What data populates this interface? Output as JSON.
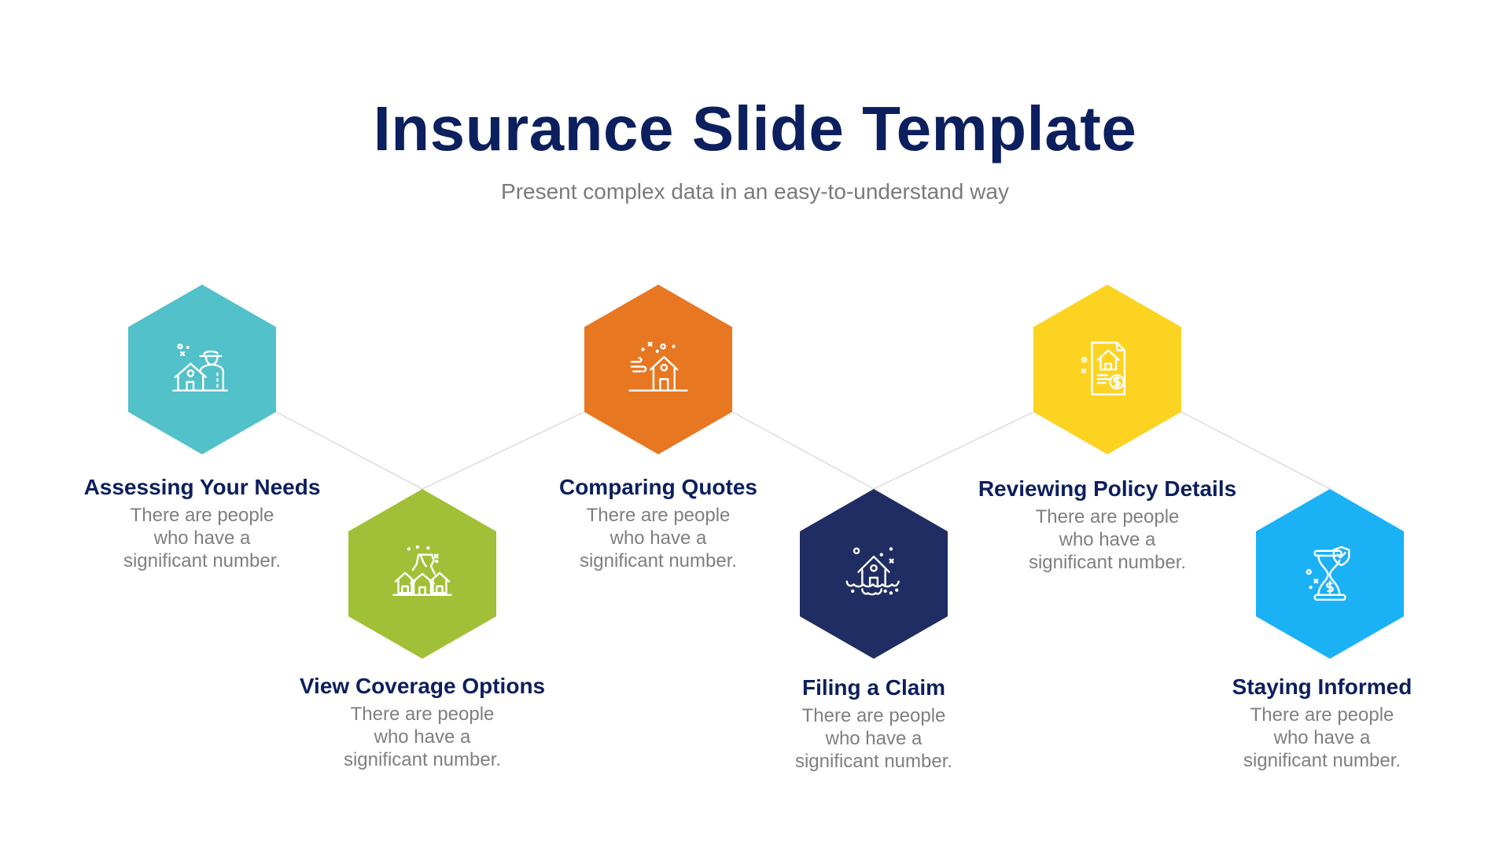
{
  "slide": {
    "title": "Insurance Slide Template",
    "subtitle": "Present complex data in an easy-to-understand way"
  },
  "steps": [
    {
      "title": "Assessing Your Needs",
      "body": [
        "There are people",
        "who have a",
        "significant number."
      ],
      "color": "#52c1c9",
      "icon": "house-with-person-icon"
    },
    {
      "title": "View Coverage Options",
      "body": [
        "There are people",
        "who have a",
        "significant number."
      ],
      "color": "#a2c037",
      "icon": "houses-landslide-icon"
    },
    {
      "title": "Comparing Quotes",
      "body": [
        "There are people",
        "who have a",
        "significant number."
      ],
      "color": "#e87722",
      "icon": "house-wind-icon"
    },
    {
      "title": "Filing a Claim",
      "body": [
        "There are people",
        "who have a",
        "significant number."
      ],
      "color": "#1f2d63",
      "icon": "house-flood-icon"
    },
    {
      "title": "Reviewing Policy Details",
      "body": [
        "There are people",
        "who have a",
        "significant number."
      ],
      "color": "#fdd322",
      "icon": "policy-document-icon"
    },
    {
      "title": "Staying Informed",
      "body": [
        "There are people",
        "who have a",
        "significant number."
      ],
      "color": "#1ab2f5",
      "icon": "hourglass-shield-icon"
    }
  ],
  "colors": {
    "title": "#0c1f5e",
    "body_text": "#7f7f7f",
    "connector": "#dcdcdc"
  }
}
